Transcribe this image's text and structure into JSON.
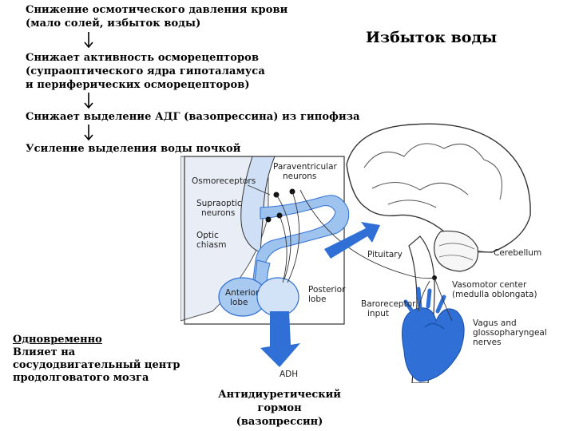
{
  "steps": [
    "Снижение осмотического давления крови\n(мало солей, избыток воды)",
    "Снижает активность осморецепторов\n(супраоптического ядра гипоталамуса\nи периферических осморецепторов)",
    "Снижает выделение АДГ (вазопрессина) из гипофиза",
    "Усиление выделения воды почкой"
  ],
  "side_title": "Избыток воды",
  "note": {
    "line1": "Одновременно",
    "rest": "Влияет на\nсосудодвигательный центр\nпродолговатого мозга"
  },
  "adh_caption": "Антидиуретический\nгормон (вазопрессин)",
  "figure_labels": {
    "osmoreceptors": "Osmoreceptors",
    "paraventricular_1": "Paraventricular",
    "paraventricular_2": "neurons",
    "supraoptic_1": "Supraoptic",
    "supraoptic_2": "neurons",
    "optic_1": "Optic",
    "optic_2": "chiasm",
    "anterior_1": "Anterior",
    "anterior_2": "lobe",
    "posterior_1": "Posterior",
    "posterior_2": "lobe",
    "pituitary": "Pituitary",
    "cerebellum": "Cerebellum",
    "vasomotor_1": "Vasomotor center",
    "vasomotor_2": "(medulla oblongata)",
    "baroreceptor_1": "Baroreceptor",
    "baroreceptor_2": "input",
    "vagus_1": "Vagus and",
    "vagus_2": "glossopharyngeal",
    "vagus_3": "nerves",
    "adh": "ADH"
  },
  "colors": {
    "blue": "#2f6fd6",
    "light_blue": "#b9d3f3",
    "outline": "#333333"
  }
}
